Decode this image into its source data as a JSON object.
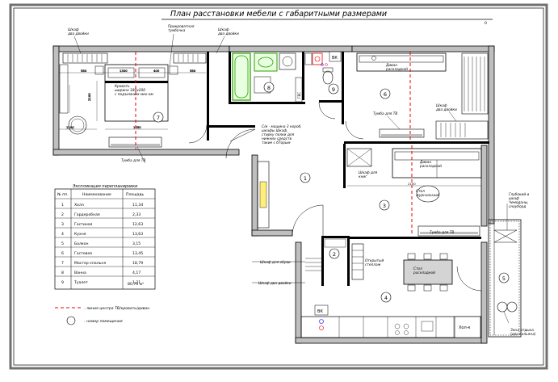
{
  "title": "План расстановки мебели с габаритными размерами",
  "rooms": [
    {
      "num": "1",
      "name": "Холл",
      "area": "11,34"
    },
    {
      "num": "2",
      "name": "Гардеробная",
      "area": "2,33"
    },
    {
      "num": "3",
      "name": "Гостиная",
      "area": "12,63"
    },
    {
      "num": "4",
      "name": "Кухня",
      "area": "13,63"
    },
    {
      "num": "5",
      "name": "Балкон",
      "area": "3,15"
    },
    {
      "num": "6",
      "name": "Гостевая",
      "area": "13,45"
    },
    {
      "num": "7",
      "name": "Мастер-спальня",
      "area": "18,79"
    },
    {
      "num": "8",
      "name": "Ванна",
      "area": "4,17"
    },
    {
      "num": "9",
      "name": "Туалет",
      "area": "1,21"
    }
  ],
  "table": {
    "caption": "Экспликация перепланировки",
    "col_num": "№ пп.",
    "col_name": "Наименование",
    "col_area": "Площадь",
    "total": "80,70 м²"
  },
  "legend": {
    "tv_line": "- линия центра ТВ/кровать/диван",
    "room_circle": "- номер помещения"
  },
  "labels": {
    "wardrobe_doors_1": "Шкаф\nдва двойки",
    "bedside_table": "Прикроватная\nтумбочка",
    "wardrobe_doors_2": "Шкаф\nдва двойки",
    "bed": "Кровать\nширина 180x200\nс подъемным мех-ом",
    "tv_cabinet_bedroom": "Тумба для ТВ",
    "sofa_guest": "Диван\nраскладной",
    "tv_cabinet_guest": "Тумба для ТВ",
    "wardrobe_guest": "Шкаф\nдва двойки",
    "hall_note": "С/и - машина 3 короб,\nшкафы Шкаф,\nстирку полки для\nнижних средств\nтакие с бТорым",
    "coat_wardrobe": "Шкаф для\nкниг",
    "sofa_living": "Диван\nраскладной",
    "table_living": "Стол\nжурнальный",
    "tv_cabinet_living": "Тумба для ТВ",
    "wardrobe_shoes": "Шкаф для обуви",
    "wardrobe_hall": "Шкаф два двойки",
    "kitchen_shelves": "Открытый\nстеллаж",
    "dining_table": "Стол\nраскладной",
    "balcony_note": "Глубокий и\nшкаф\nЧемоданы,\nсноуборд",
    "balcony_relax": "Зона отдыха\n(два кальяна)",
    "gvs": "ГВС",
    "vk1": "ВК",
    "vk2": "ВК",
    "fridge": "Хол-к"
  }
}
